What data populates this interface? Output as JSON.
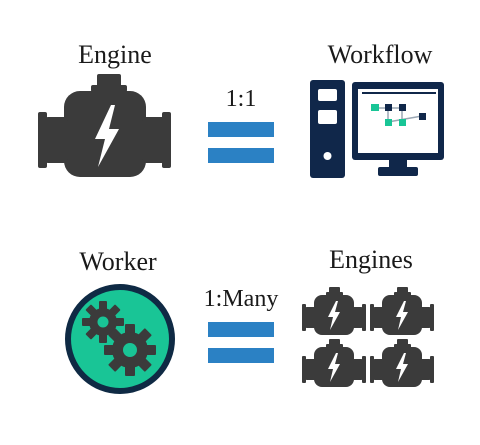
{
  "rows": [
    {
      "left_label": "Engine",
      "ratio": "1:1",
      "right_label": "Workflow"
    },
    {
      "left_label": "Worker",
      "ratio": "1:Many",
      "right_label": "Engines"
    }
  ],
  "colors": {
    "icon_dark": "#3b3b3b",
    "equals_blue": "#2b81c4",
    "worker_teal": "#19c596",
    "worker_ring": "#0f2a44",
    "monitor_navy": "#10274a",
    "flow_teal": "#19c596",
    "text": "#1a1a1a"
  },
  "icons": {
    "engine": "engine-lightning-icon",
    "workflow": "computer-workflow-icon",
    "worker": "gears-icon",
    "engines": "engine-lightning-icon"
  }
}
